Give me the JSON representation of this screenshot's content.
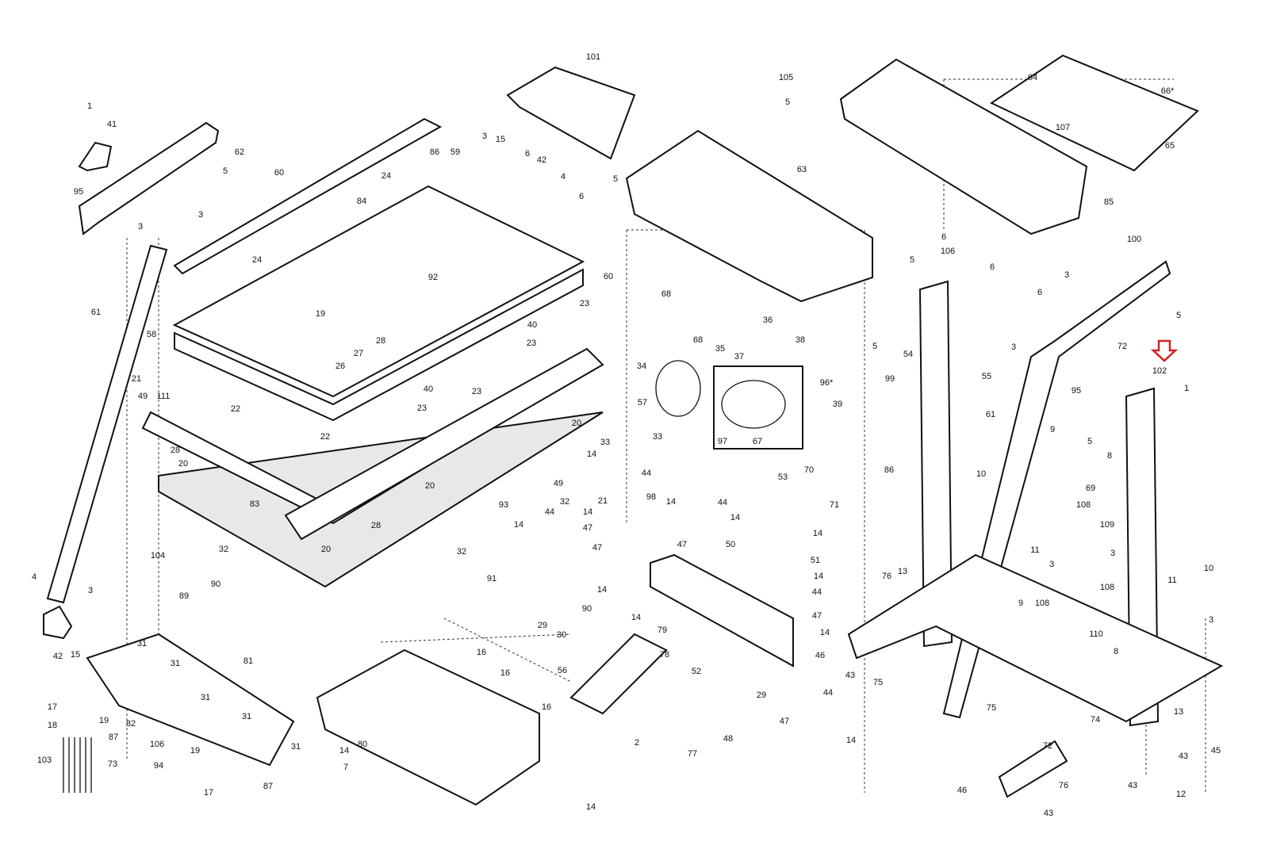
{
  "title": "",
  "highlight": {
    "part": "102",
    "color": "#d42020",
    "marker": "down-arrow-outline"
  },
  "labels": [
    "1",
    "41",
    "62",
    "5",
    "3",
    "95",
    "3",
    "60",
    "24",
    "86",
    "59",
    "84",
    "24",
    "92",
    "60",
    "58",
    "61",
    "19",
    "28",
    "27",
    "26",
    "21",
    "49",
    "111",
    "22",
    "28",
    "20",
    "22",
    "83",
    "28",
    "20",
    "32",
    "104",
    "89",
    "90",
    "32",
    "93",
    "20",
    "32",
    "23",
    "40",
    "23",
    "23",
    "40",
    "23",
    "34",
    "57",
    "20",
    "33",
    "33",
    "14",
    "44",
    "49",
    "21",
    "14",
    "44",
    "47",
    "98",
    "14",
    "47",
    "91",
    "14",
    "90",
    "29",
    "30",
    "3",
    "15",
    "42",
    "4",
    "6",
    "6",
    "5",
    "101",
    "105",
    "5",
    "63",
    "68",
    "68",
    "35",
    "37",
    "36",
    "38",
    "96*",
    "97",
    "67",
    "39",
    "53",
    "70",
    "71",
    "14",
    "44",
    "14",
    "50",
    "47",
    "14",
    "51",
    "14",
    "44",
    "47",
    "79",
    "14",
    "78",
    "56",
    "52",
    "29",
    "77",
    "48",
    "2",
    "14",
    "47",
    "14",
    "14",
    "46",
    "43",
    "44",
    "16",
    "16",
    "16",
    "80",
    "14",
    "7",
    "31",
    "81",
    "31",
    "31",
    "31",
    "31",
    "82",
    "17",
    "18",
    "19",
    "87",
    "106",
    "19",
    "94",
    "17",
    "87",
    "103",
    "73",
    "42",
    "15",
    "4",
    "3",
    "64",
    "107",
    "66*",
    "65",
    "85",
    "6",
    "106",
    "6",
    "6",
    "5",
    "54",
    "5",
    "99",
    "55",
    "100",
    "3",
    "5",
    "3",
    "95",
    "72",
    "102",
    "1",
    "61",
    "9",
    "5",
    "8",
    "69",
    "86",
    "10",
    "108",
    "109",
    "11",
    "3",
    "3",
    "13",
    "76",
    "10",
    "11",
    "108",
    "9",
    "108",
    "3",
    "110",
    "8",
    "75",
    "75",
    "13",
    "72",
    "74",
    "45",
    "43",
    "76",
    "43",
    "46",
    "43",
    "12"
  ]
}
